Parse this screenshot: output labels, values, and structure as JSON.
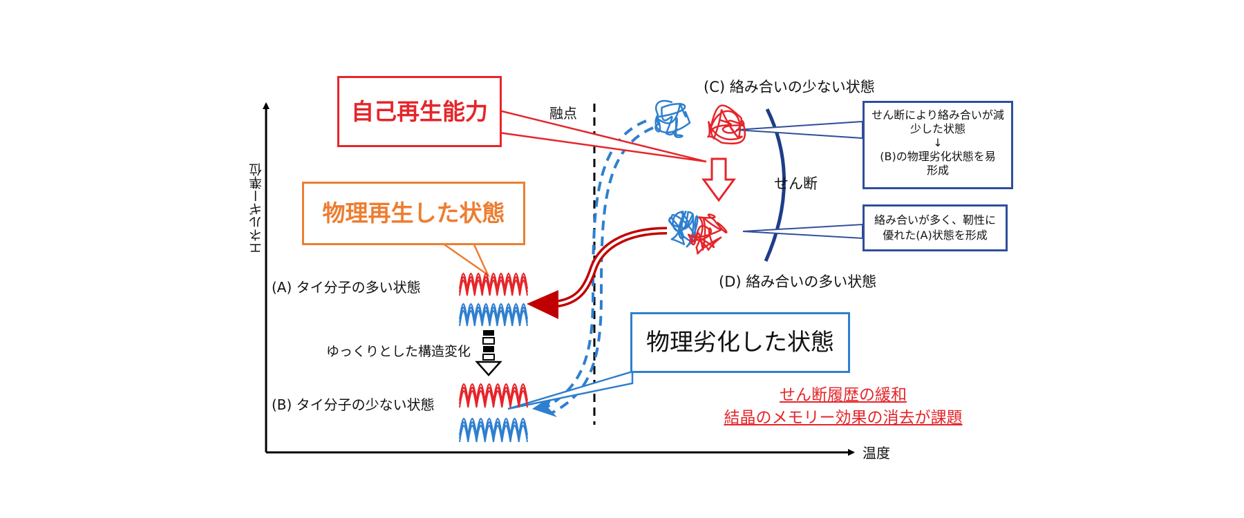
{
  "axes": {
    "y_label": "エネルギー準位",
    "x_label": "温度"
  },
  "melting_point_label": "融点",
  "callouts": {
    "self_regeneration": "自己再生能力",
    "physically_regenerated": "物理再生した状態",
    "physically_degraded": "物理劣化した状態"
  },
  "states": {
    "A": "(A) タイ分子の多い状態",
    "B": "(B) タイ分子の少ない状態",
    "C": "(C) 絡み合いの少ない状態",
    "D": "(D) 絡み合いの多い状態"
  },
  "slow_change_label": "ゆっくりとした構造変化",
  "shear_label": "せん断",
  "notes": {
    "c_line1": "せん断により絡み合いが減",
    "c_line2": "少した状態",
    "c_arrow": "↓",
    "c_line3": "(B)の物理劣化状態を易",
    "c_line4": "形成",
    "d_line1": "絡み合いが多く、靭性に",
    "d_line2": "優れた(A)状態を形成"
  },
  "issue": {
    "line1": "せん断履歴の緩和",
    "line2": "結晶のメモリー効果の消去が課題"
  },
  "colors": {
    "red": "#e5252a",
    "dark_red": "#c00000",
    "blue": "#2e7fcf",
    "navy": "#1f3c88",
    "orange": "#ed7d31",
    "note_border": "#2f4e9a"
  }
}
